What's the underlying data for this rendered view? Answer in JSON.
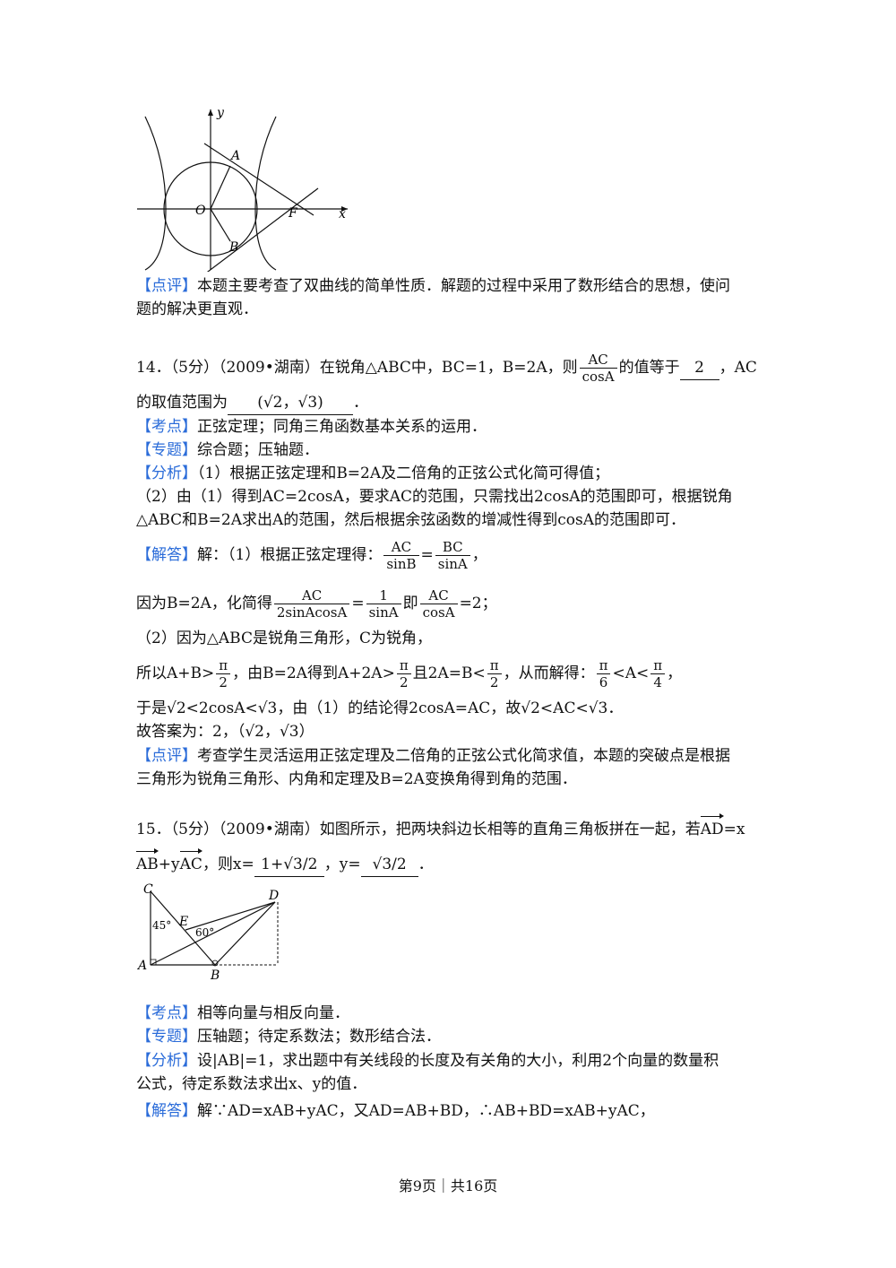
{
  "fig1": {
    "y_label": "y",
    "x_label": "x",
    "A": "A",
    "O": "O",
    "F": "F",
    "B": "B"
  },
  "p13_review": {
    "tag": "【点评】",
    "l1": "本题主要考查了双曲线的简单性质．解题的过程中采用了数形结合的思想，使问",
    "l2": "题的解决更直观．"
  },
  "q14": {
    "head": "14．（5分）（2009•湖南）在锐角△ABC中，BC=1，B=2A，则",
    "frac_num": "AC",
    "frac_den": "cosA",
    "mid": "的值等于",
    "ans1": "2",
    "tail": "，AC",
    "l2a": "的取值范围为",
    "ans2": "(√2，√3)",
    "l2b": "．",
    "kaodian_tag": "【考点】",
    "kaodian": "正弦定理；同角三角函数基本关系的运用．",
    "zhuanti_tag": "【专题】",
    "zhuanti": "综合题；压轴题．",
    "fenxi_tag": "【分析】",
    "fenxi1": "（1）根据正弦定理和B=2A及二倍角的正弦公式化简可得值；",
    "fenxi2": "（2）由（1）得到AC=2cosA，要求AC的范围，只需找出2cosA的范围即可，根据锐角",
    "fenxi3": "△ABC和B=2A求出A的范围，然后根据余弦函数的增减性得到cosA的范围即可．",
    "jieda_tag": "【解答】",
    "jieda1": "解：（1）根据正弦定理得：",
    "f1n": "AC",
    "f1d": "sinB",
    "eq": "=",
    "f2n": "BC",
    "f2d": "sinA",
    "comma": "，",
    "l_because": "因为B=2A，化简得",
    "f3n": "AC",
    "f3d": "2sinAcosA",
    "f4n": "1",
    "f4d": "sinA",
    "ji": "即",
    "f5n": "AC",
    "f5d": "cosA",
    "eq2": "=2；",
    "l_2": "（2）因为△ABC是锐角三角形，C为锐角，",
    "l_suoyi": "所以A+B>",
    "pi": "π",
    "two": "2",
    "l_youB": "，由B=2A得到A+2A>",
    "l_qie": "且2A=B<",
    "l_cong": "，从而解得：",
    "six": "6",
    "lt": "<A<",
    "four": "4",
    "l_end": "，",
    "l_yushi": "于是√2<2cosA<√3，由（1）的结论得2cosA=AC，故√2<AC<√3．",
    "l_answer": "故答案为：2，（√2，√3）",
    "dianping_tag": "【点评】",
    "dp1": "考查学生灵活运用正弦定理及二倍角的正弦公式化简求值，本题的突破点是根据",
    "dp2": "三角形为锐角三角形、内角和定理及B=2A变换角得到角的范围．"
  },
  "q15": {
    "head": "15．（5分）（2009•湖南）如图所示，把两块斜边长相等的直角三角板拼在一起，若",
    "AD": "AD",
    "eqx": "=x",
    "AB": "AB",
    "plusy": "+y",
    "AC": "AC",
    "ze": "，则x=",
    "ans_x": "1+√3/2",
    "y_eq": "，y=",
    "ans_y": "√3/2",
    "end": "．",
    "fig": {
      "C": "C",
      "D": "D",
      "E": "E",
      "A": "A",
      "B": "B",
      "ang45": "45°",
      "ang60": "60°"
    },
    "kaodian_tag": "【考点】",
    "kaodian": "相等向量与相反向量．",
    "zhuanti_tag": "【专题】",
    "zhuanti": "压轴题；待定系数法；数形结合法．",
    "fenxi_tag": "【分析】",
    "fenxi1a": "设",
    "fenxi1b": "|AB|=1，求出题中有关线段的长度及有关角的大小，利用2个向量的数量积",
    "fenxi2": "公式，待定系数法求出x、y的值．",
    "jieda_tag": "【解答】",
    "jieda": "解∵AD=xAB+yAC，又AD=AB+BD，∴AB+BD=xAB+yAC，"
  },
  "footer": "第9页｜共16页"
}
